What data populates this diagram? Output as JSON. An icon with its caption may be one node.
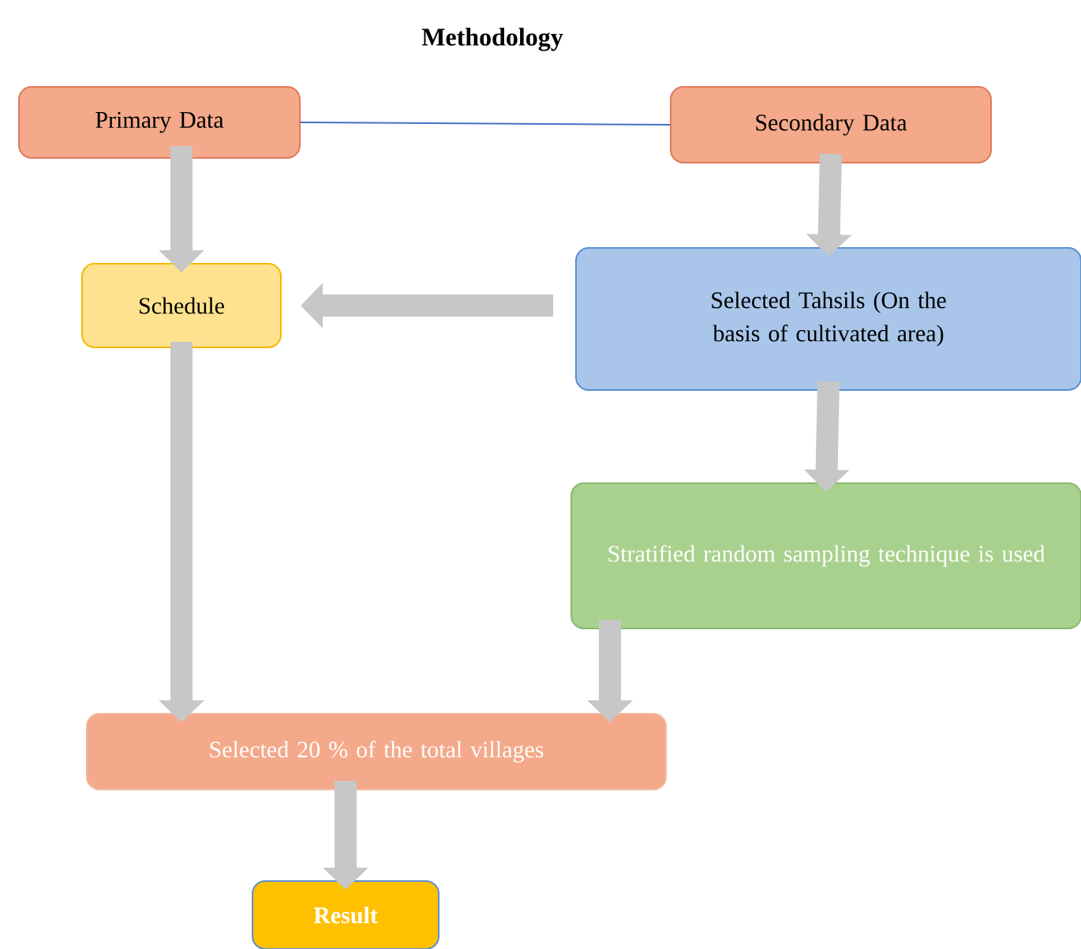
{
  "diagram": {
    "title": "Methodology",
    "nodes": [
      {
        "text": [
          "Primary Data"
        ]
      },
      {
        "text": [
          "Secondary Data"
        ]
      },
      {
        "text": [
          "Schedule"
        ]
      },
      {
        "text": [
          "Selected Tahsils (On the basis of cultivated area)"
        ]
      },
      {
        "text": [
          "Stratified random sampling technique is used"
        ]
      },
      {
        "text": [
          "Selected 20 % of the total villages"
        ]
      },
      {
        "text": [
          "Result"
        ]
      }
    ],
    "edges": [
      {
        "from": 0,
        "to": 1,
        "arrow": "none",
        "color": "#4472c4"
      },
      {
        "from": 0,
        "to": 2,
        "arrow": "to"
      },
      {
        "from": 1,
        "to": 3,
        "arrow": "to"
      },
      {
        "from": 3,
        "to": 2,
        "arrow": "to"
      },
      {
        "from": 3,
        "to": 4,
        "arrow": "to"
      },
      {
        "from": 2,
        "to": 5,
        "arrow": "to"
      },
      {
        "from": 4,
        "to": 5,
        "arrow": "to"
      },
      {
        "from": 5,
        "to": 6,
        "arrow": "to"
      }
    ]
  }
}
